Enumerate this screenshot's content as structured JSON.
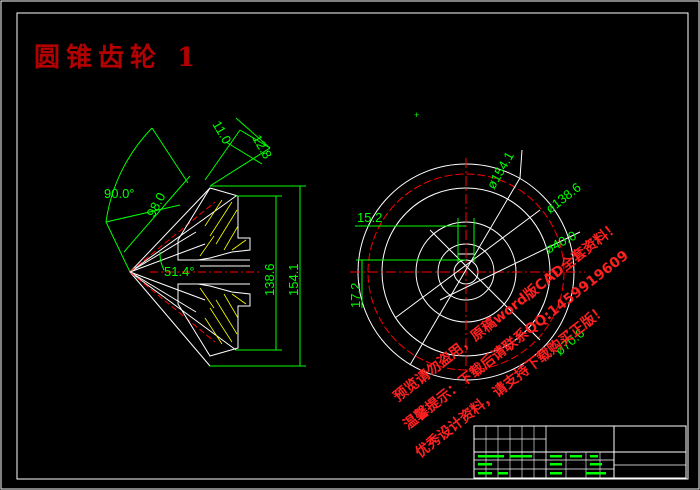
{
  "drawing": {
    "title": "圆锥齿轮 1",
    "dims": {
      "d_12_8": "12.8",
      "d_11_0": "11.0",
      "ang_90": "90.0°",
      "d_98_0": "98.0",
      "ang_51": "51.4°",
      "d_138_6_side": "138.6",
      "d_154_1_side": "154.1",
      "d_phi154": "ø154.1",
      "d_phi138": "ø138.6",
      "d_phi40": "ø40.0",
      "d_phi70": "ø70.6",
      "d_15_2": "15.2",
      "d_17_2": "17.2"
    },
    "watermark": {
      "line1": "预览请勿盗用，原稿word版CAD全套资料！",
      "line2": "温馨提示：下载后请联系QQ:1459919609",
      "line3": "优秀设计资料，请支持下载购买正版！"
    },
    "colors": {
      "line": "#ffffff",
      "dim": "#00ff00",
      "center": "#ff0000",
      "hatch": "#ffff00",
      "title": "#b30000"
    }
  }
}
